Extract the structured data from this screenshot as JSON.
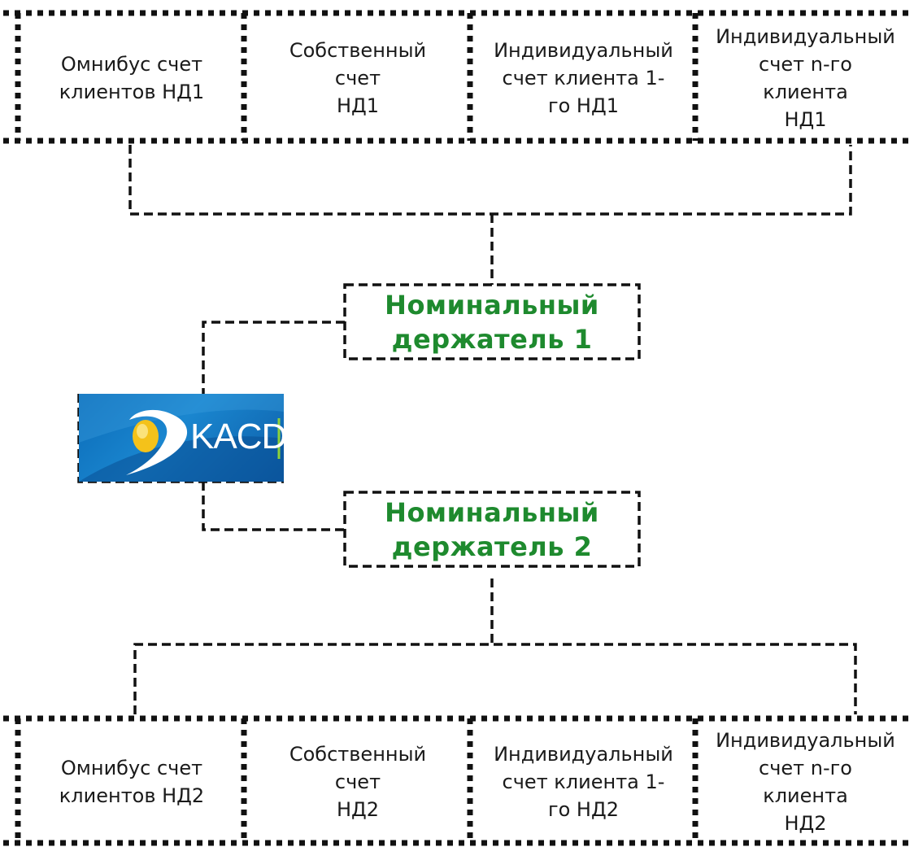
{
  "colors": {
    "holder_text": "#1e8a2e",
    "border": "#111111",
    "logo_bg": "#1479c4",
    "logo_accent": "#f4c21a"
  },
  "top_accounts": [
    {
      "label": "Омнибус счет\nклиентов НД1"
    },
    {
      "label": "Собственный\nсчет\nНД1"
    },
    {
      "label": "Индивидуальный\nсчет клиента 1-\nго НД1"
    },
    {
      "label": "Индивидуальный\nсчет n-го\nклиента\nНД1"
    }
  ],
  "holders": [
    {
      "label": "Номинальный\nдержатель 1"
    },
    {
      "label": "Номинальный\nдержатель 2"
    }
  ],
  "logo": {
    "text": "KACD",
    "icon": "kacd-logo"
  },
  "bottom_accounts": [
    {
      "label": "Омнибус счет\nклиентов НД2"
    },
    {
      "label": "Собственный\nсчет\nНД2"
    },
    {
      "label": "Индивидуальный\nсчет клиента 1-\nго НД2"
    },
    {
      "label": "Индивидуальный\nсчет n-го\nклиента\nНД2"
    }
  ]
}
